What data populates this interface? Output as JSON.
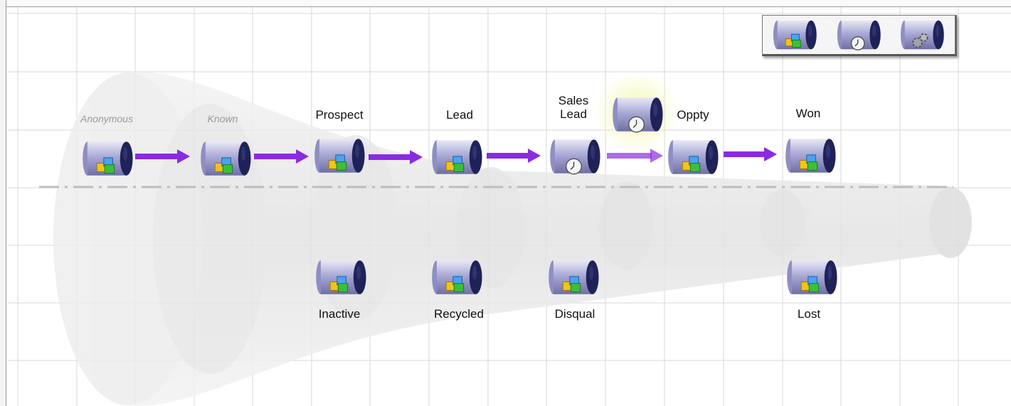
{
  "diagram": {
    "stages": [
      {
        "id": "anonymous",
        "label": "Anonymous",
        "style": "muted",
        "icon": "blocks"
      },
      {
        "id": "known",
        "label": "Known",
        "style": "muted",
        "icon": "blocks"
      },
      {
        "id": "prospect",
        "label": "Prospect",
        "style": "normal",
        "icon": "blocks"
      },
      {
        "id": "lead",
        "label": "Lead",
        "style": "normal",
        "icon": "blocks"
      },
      {
        "id": "sales-lead",
        "label": "Sales\nLead",
        "style": "normal",
        "icon": "clock"
      },
      {
        "id": "oppty",
        "label": "Oppty",
        "style": "normal",
        "icon": "blocks"
      },
      {
        "id": "won",
        "label": "Won",
        "style": "normal",
        "icon": "blocks"
      }
    ],
    "exits": [
      {
        "id": "inactive",
        "label": "Inactive",
        "icon": "blocks"
      },
      {
        "id": "recycled",
        "label": "Recycled",
        "icon": "blocks"
      },
      {
        "id": "disqual",
        "label": "Disqual",
        "icon": "blocks"
      },
      {
        "id": "lost",
        "label": "Lost",
        "icon": "blocks"
      }
    ],
    "timer_node": {
      "id": "sales-lead-timer",
      "icon": "clock"
    },
    "palette": [
      {
        "id": "palette-stage",
        "icon": "blocks"
      },
      {
        "id": "palette-timer",
        "icon": "clock"
      },
      {
        "id": "palette-gear",
        "icon": "gears"
      }
    ],
    "colors": {
      "arrow": "#8a2be2",
      "cylinder_body": "#a9a9d6",
      "cylinder_cap": "#1f2258",
      "grid": "#d7d7d7",
      "funnel": "#e6e6e6",
      "dash_line": "#bdbdbd",
      "timer_glow": "#f4f7a8"
    }
  }
}
